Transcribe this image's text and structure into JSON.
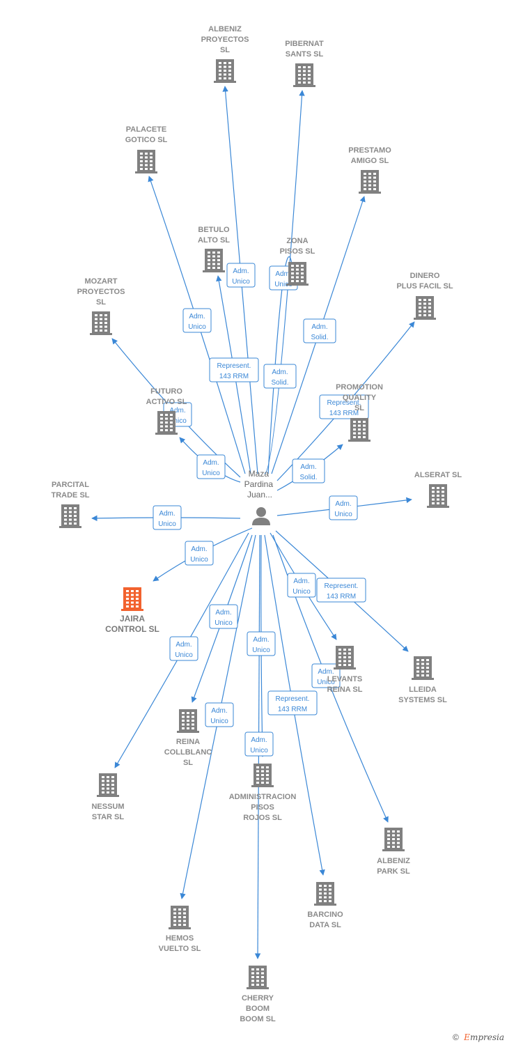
{
  "center": {
    "label_lines": [
      "Maza",
      "Pardina",
      "Juan..."
    ]
  },
  "colors": {
    "edge": "#3a87d6",
    "building": "#808080",
    "highlight": "#f2622e"
  },
  "nodes": [
    {
      "id": "albeniz-proyectos",
      "lines": [
        "ALBENIZ",
        "PROYECTOS",
        "SL"
      ]
    },
    {
      "id": "pibernat-sants",
      "lines": [
        "PIBERNAT",
        "SANTS SL"
      ]
    },
    {
      "id": "palacete-gotico",
      "lines": [
        "PALACETE",
        "GOTICO SL"
      ]
    },
    {
      "id": "prestamo-amigo",
      "lines": [
        "PRESTAMO",
        "AMIGO SL"
      ]
    },
    {
      "id": "betulo-alto",
      "lines": [
        "BETULO",
        "ALTO SL"
      ]
    },
    {
      "id": "zona-pisos",
      "lines": [
        "ZONA",
        "PISOS SL"
      ]
    },
    {
      "id": "mozart-proyectos",
      "lines": [
        "MOZART",
        "PROYECTOS",
        "SL"
      ]
    },
    {
      "id": "dinero-plus-facil",
      "lines": [
        "DINERO",
        "PLUS FACIL SL"
      ]
    },
    {
      "id": "futuro-activo",
      "lines": [
        "FUTURO",
        "ACTIVO SL"
      ]
    },
    {
      "id": "promotion-quality",
      "lines": [
        "PROMOTION",
        "QUALITY",
        "SL"
      ]
    },
    {
      "id": "parcital-trade",
      "lines": [
        "PARCITAL",
        "TRADE SL"
      ]
    },
    {
      "id": "alserat",
      "lines": [
        "ALSERAT SL"
      ]
    },
    {
      "id": "jaira-control",
      "lines": [
        "JAIRA",
        "CONTROL SL"
      ],
      "highlight": true
    },
    {
      "id": "levants-reina",
      "lines": [
        "LEVANTS",
        "REINA SL"
      ]
    },
    {
      "id": "lleida-systems",
      "lines": [
        "LLEIDA",
        "SYSTEMS SL"
      ]
    },
    {
      "id": "reina-collblanc",
      "lines": [
        "REINA",
        "COLLBLANC",
        "SL"
      ]
    },
    {
      "id": "nessum-star",
      "lines": [
        "NESSUM",
        "STAR SL"
      ]
    },
    {
      "id": "administracion-pisos-rojos",
      "lines": [
        "ADMINISTRACION",
        "PISOS",
        "ROJOS SL"
      ]
    },
    {
      "id": "albeniz-park",
      "lines": [
        "ALBENIZ",
        "PARK SL"
      ]
    },
    {
      "id": "barcino-data",
      "lines": [
        "BARCINO",
        "DATA SL"
      ]
    },
    {
      "id": "hemos-vuelto",
      "lines": [
        "HEMOS",
        "VUELTO SL"
      ]
    },
    {
      "id": "cherry-boom-boom",
      "lines": [
        "CHERRY",
        "BOOM",
        "BOOM SL"
      ]
    }
  ],
  "edges": [
    {
      "to": "albeniz-proyectos",
      "tag": [
        "Adm.",
        "Unico"
      ]
    },
    {
      "to": "pibernat-sants",
      "tag": [
        "Adm.",
        "Solid."
      ]
    },
    {
      "to": "palacete-gotico",
      "tag": [
        "Adm.",
        "Unico"
      ]
    },
    {
      "to": "prestamo-amigo",
      "tag": [
        "Adm.",
        "Solid."
      ]
    },
    {
      "to": "betulo-alto",
      "tag": [
        "Represent.",
        "143 RRM"
      ]
    },
    {
      "to": "zona-pisos",
      "tag": [
        "Adm.",
        "Unico"
      ]
    },
    {
      "to": "mozart-proyectos",
      "tag": [
        "Adm.",
        "Unico"
      ]
    },
    {
      "to": "dinero-plus-facil",
      "tag": [
        "Represent.",
        "143 RRM"
      ]
    },
    {
      "to": "futuro-activo",
      "tag": [
        "Adm.",
        "Unico"
      ]
    },
    {
      "to": "promotion-quality",
      "tag": [
        "Adm.",
        "Solid."
      ]
    },
    {
      "to": "parcital-trade",
      "tag": [
        "Adm.",
        "Unico"
      ]
    },
    {
      "to": "alserat",
      "tag": [
        "Adm.",
        "Unico"
      ]
    },
    {
      "to": "jaira-control",
      "tag": [
        "Adm.",
        "Unico"
      ]
    },
    {
      "to": "levants-reina",
      "tag": [
        "Adm.",
        "Unico"
      ]
    },
    {
      "to": "lleida-systems",
      "tag": [
        "Represent.",
        "143 RRM"
      ]
    },
    {
      "to": "reina-collblanc",
      "tag": [
        "Adm.",
        "Unico"
      ]
    },
    {
      "to": "nessum-star",
      "tag": [
        "Adm.",
        "Unico"
      ]
    },
    {
      "to": "administracion-pisos-rojos",
      "tag": [
        "Adm.",
        "Unico"
      ]
    },
    {
      "to": "albeniz-park",
      "tag": [
        "Adm.",
        "Unico"
      ]
    },
    {
      "to": "barcino-data",
      "tag": [
        "Represent.",
        "143 RRM"
      ]
    },
    {
      "to": "hemos-vuelto",
      "tag": [
        "Adm.",
        "Unico"
      ]
    },
    {
      "to": "cherry-boom-boom",
      "tag": [
        "Adm.",
        "Unico"
      ]
    }
  ],
  "footer": {
    "copyright": "©",
    "brand_first": "E",
    "brand_rest": "mpresia"
  }
}
